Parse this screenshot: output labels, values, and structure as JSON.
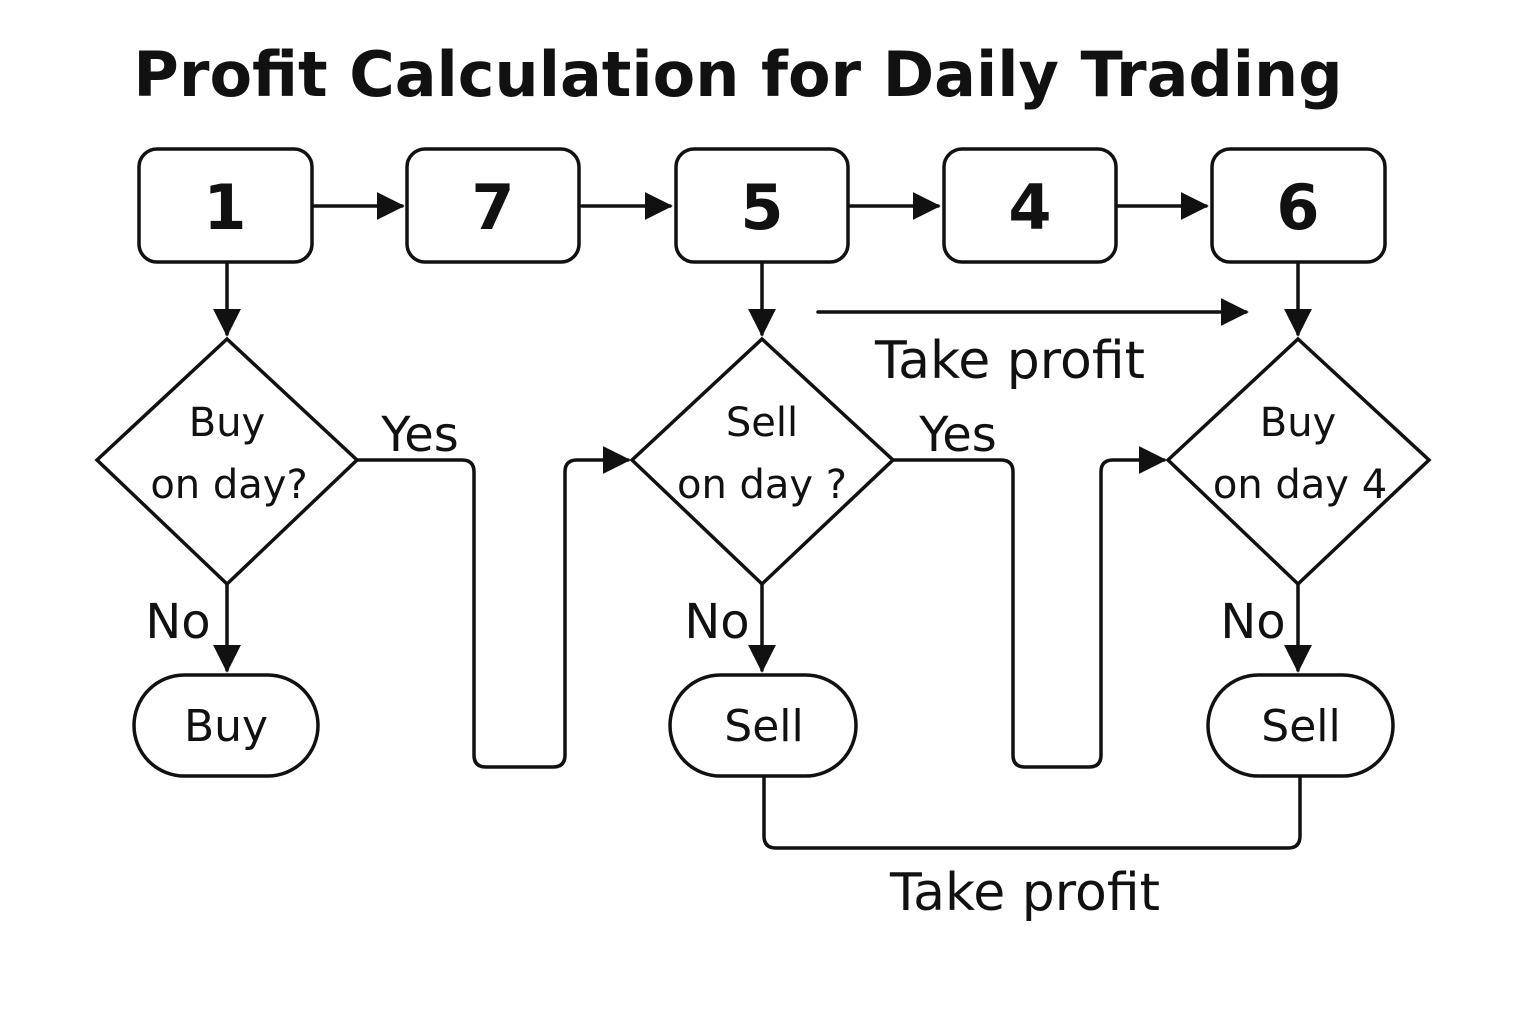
{
  "title": "Profit Calculation for Daily Trading",
  "prices": [
    "1",
    "7",
    "5",
    "4",
    "6"
  ],
  "decisions": [
    {
      "line1": "Buy",
      "line2": "on day?"
    },
    {
      "line1": "Sell",
      "line2": "on day ?"
    },
    {
      "line1": "Buy",
      "line2": "on day 4"
    }
  ],
  "terminals": [
    "Buy",
    "Sell",
    "Sell"
  ],
  "labels": {
    "yes": "Yes",
    "no": "No",
    "take_profit": "Take profit"
  }
}
